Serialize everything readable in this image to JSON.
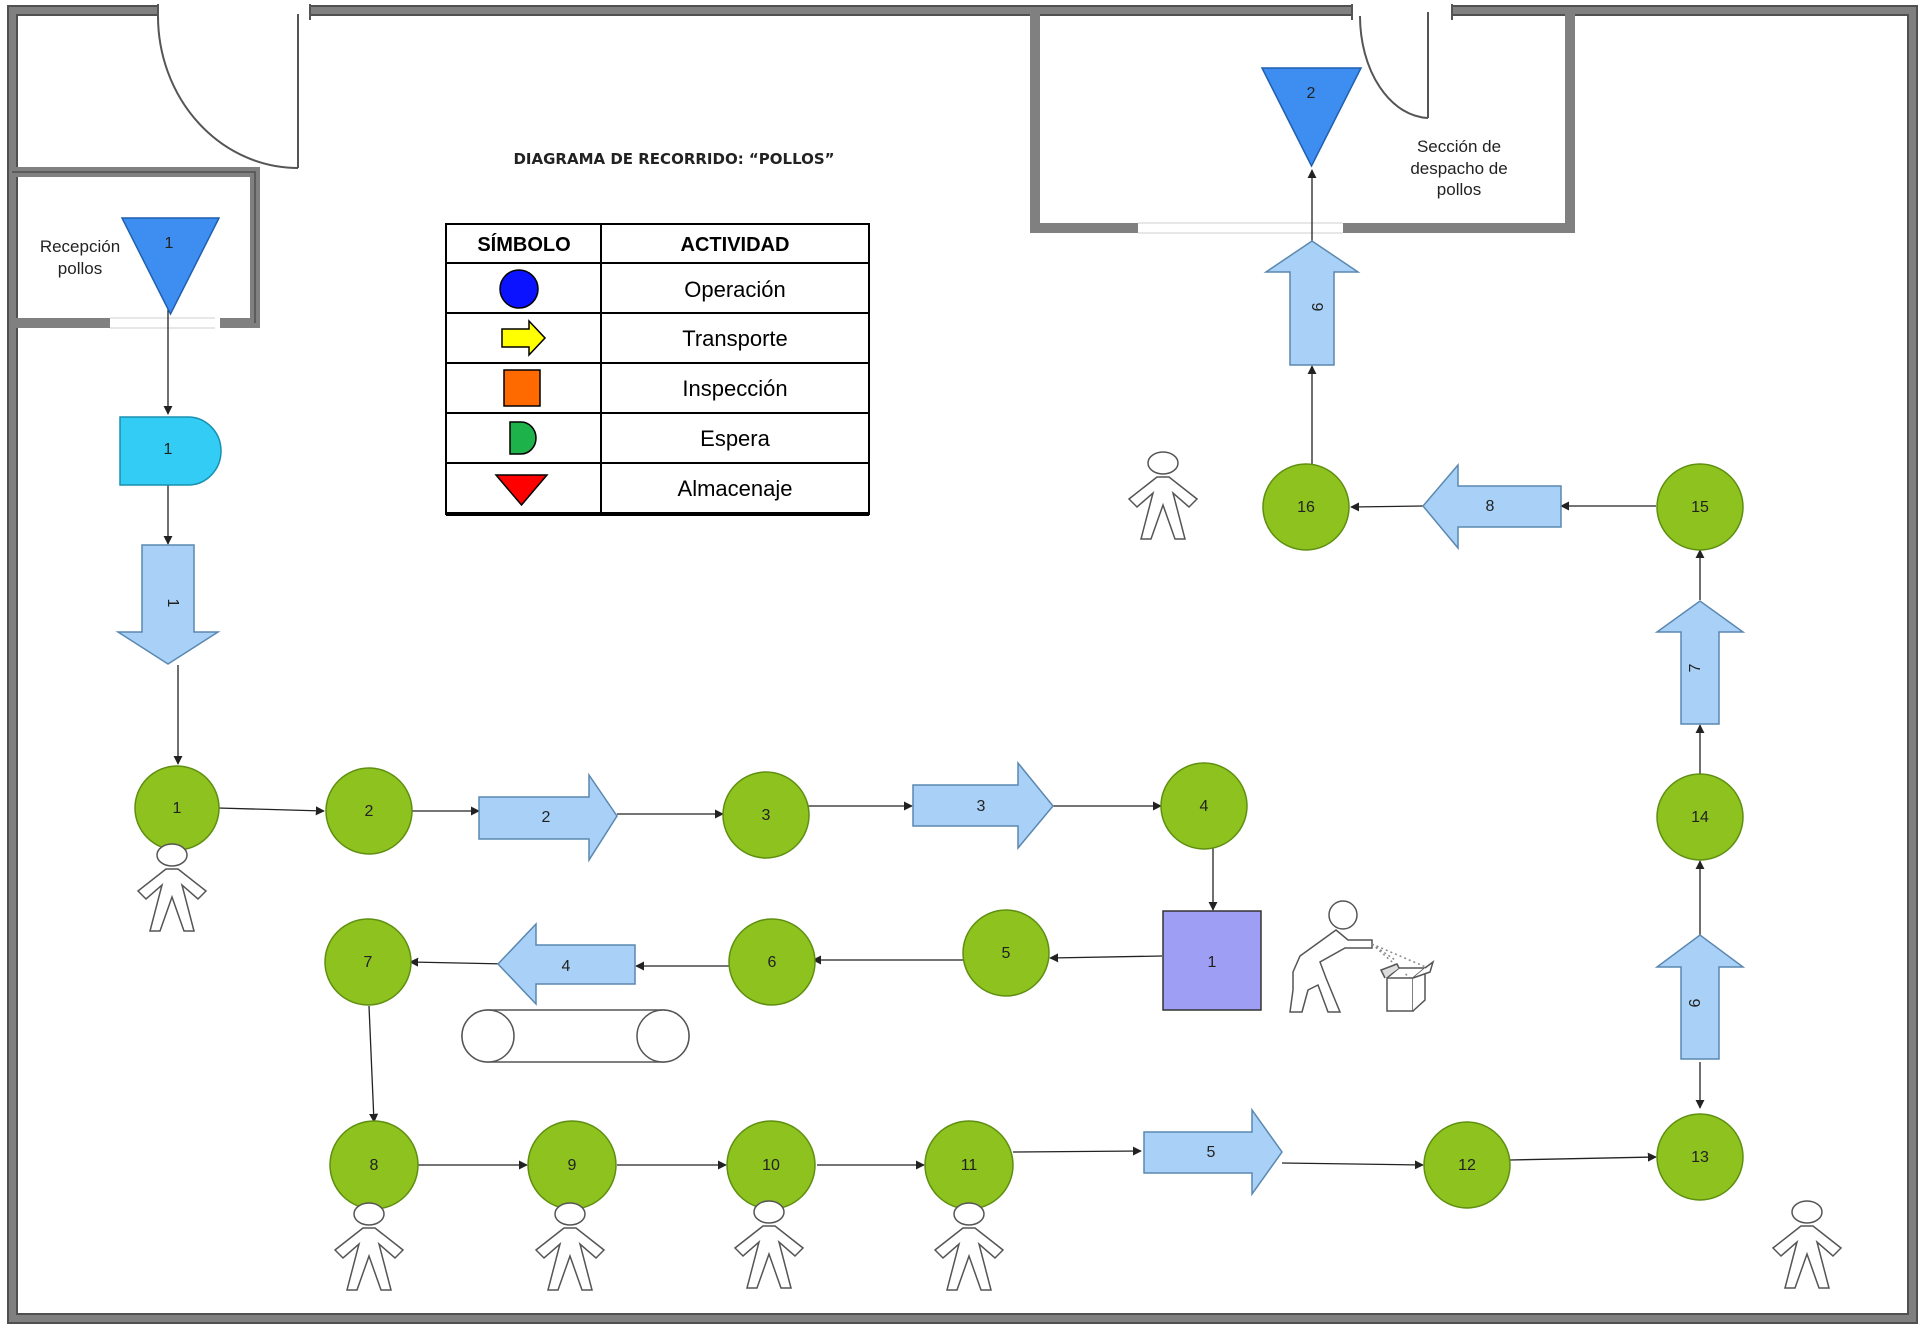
{
  "title": "DIAGRAMA DE RECORRIDO: “POLLOS”",
  "rooms": {
    "reception": [
      "Recepción",
      "pollos"
    ],
    "dispatch": [
      "Sección de",
      "despacho de",
      "pollos"
    ]
  },
  "legend": {
    "header_symbol": "SÍMBOLO",
    "header_activity": "ACTIVIDAD",
    "rows": [
      {
        "label": "Operación",
        "symbol": "circle",
        "color": "#0a12ff"
      },
      {
        "label": "Transporte",
        "symbol": "arrow",
        "color": "#ffff00"
      },
      {
        "label": "Inspección",
        "symbol": "square",
        "color": "#ff6a00"
      },
      {
        "label": "Espera",
        "symbol": "delay",
        "color": "#1db34a"
      },
      {
        "label": "Almacenaje",
        "symbol": "triangle",
        "color": "#ff0000"
      }
    ]
  },
  "colors": {
    "operation": "#8dc21f",
    "transport": "#a9d1f7",
    "inspection": "#9e9ef5",
    "storage": "#3d8ef0",
    "delay": "#33ccf5",
    "wall": "#808080"
  },
  "flow": {
    "storages": [
      "1",
      "2"
    ],
    "delays": [
      "1"
    ],
    "inspections": [
      "1"
    ],
    "operations": [
      "1",
      "2",
      "3",
      "4",
      "5",
      "6",
      "7",
      "8",
      "9",
      "10",
      "11",
      "12",
      "13",
      "14",
      "15",
      "16"
    ],
    "transports": [
      "1",
      "2",
      "3",
      "4",
      "5",
      "6",
      "7",
      "8",
      "9"
    ]
  },
  "icons": [
    "person-icon",
    "worker-bending-icon",
    "box-icon",
    "conveyor-icon"
  ]
}
